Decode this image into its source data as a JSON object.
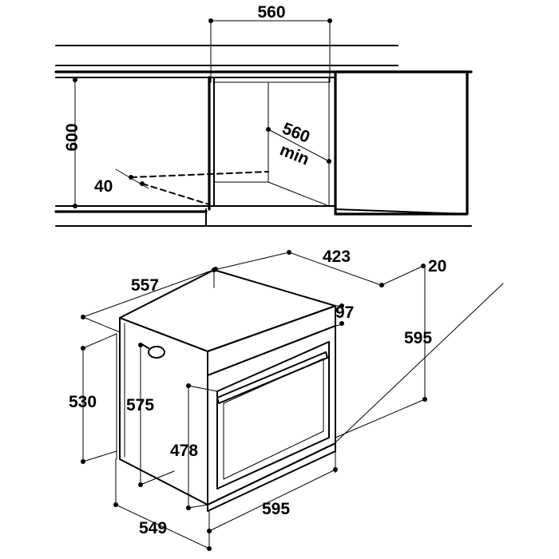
{
  "niche": {
    "width_top": "560",
    "height_left": "600",
    "depth_min": "560",
    "depth_min_unit": "min",
    "vent_gap": "40"
  },
  "oven": {
    "top_depth": "423",
    "top_thickness": "20",
    "side_depth": "557",
    "panel_height": "97",
    "total_height": "595",
    "body_height_rear": "530",
    "body_height_mid": "575",
    "door_height": "478",
    "front_width": "595",
    "bottom_depth": "549"
  }
}
